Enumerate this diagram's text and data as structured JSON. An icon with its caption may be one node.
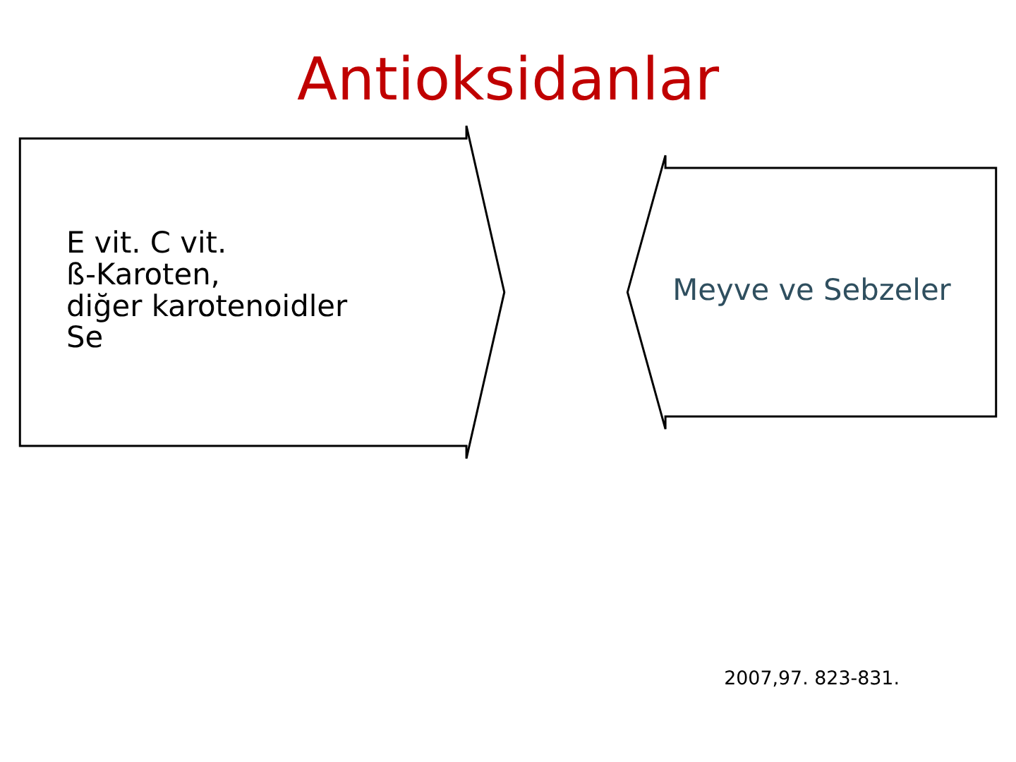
{
  "diagram": {
    "title": "Antioksidanlar",
    "nodes": [
      {
        "text": [
          "E vit. C vit.",
          "ß-Karoten,",
          "diğer karotenoidler",
          "Se"
        ]
      },
      {
        "text": [
          "Meyve ve Sebzeler"
        ]
      }
    ],
    "labels": [
      "2007,97. 823-831."
    ]
  }
}
